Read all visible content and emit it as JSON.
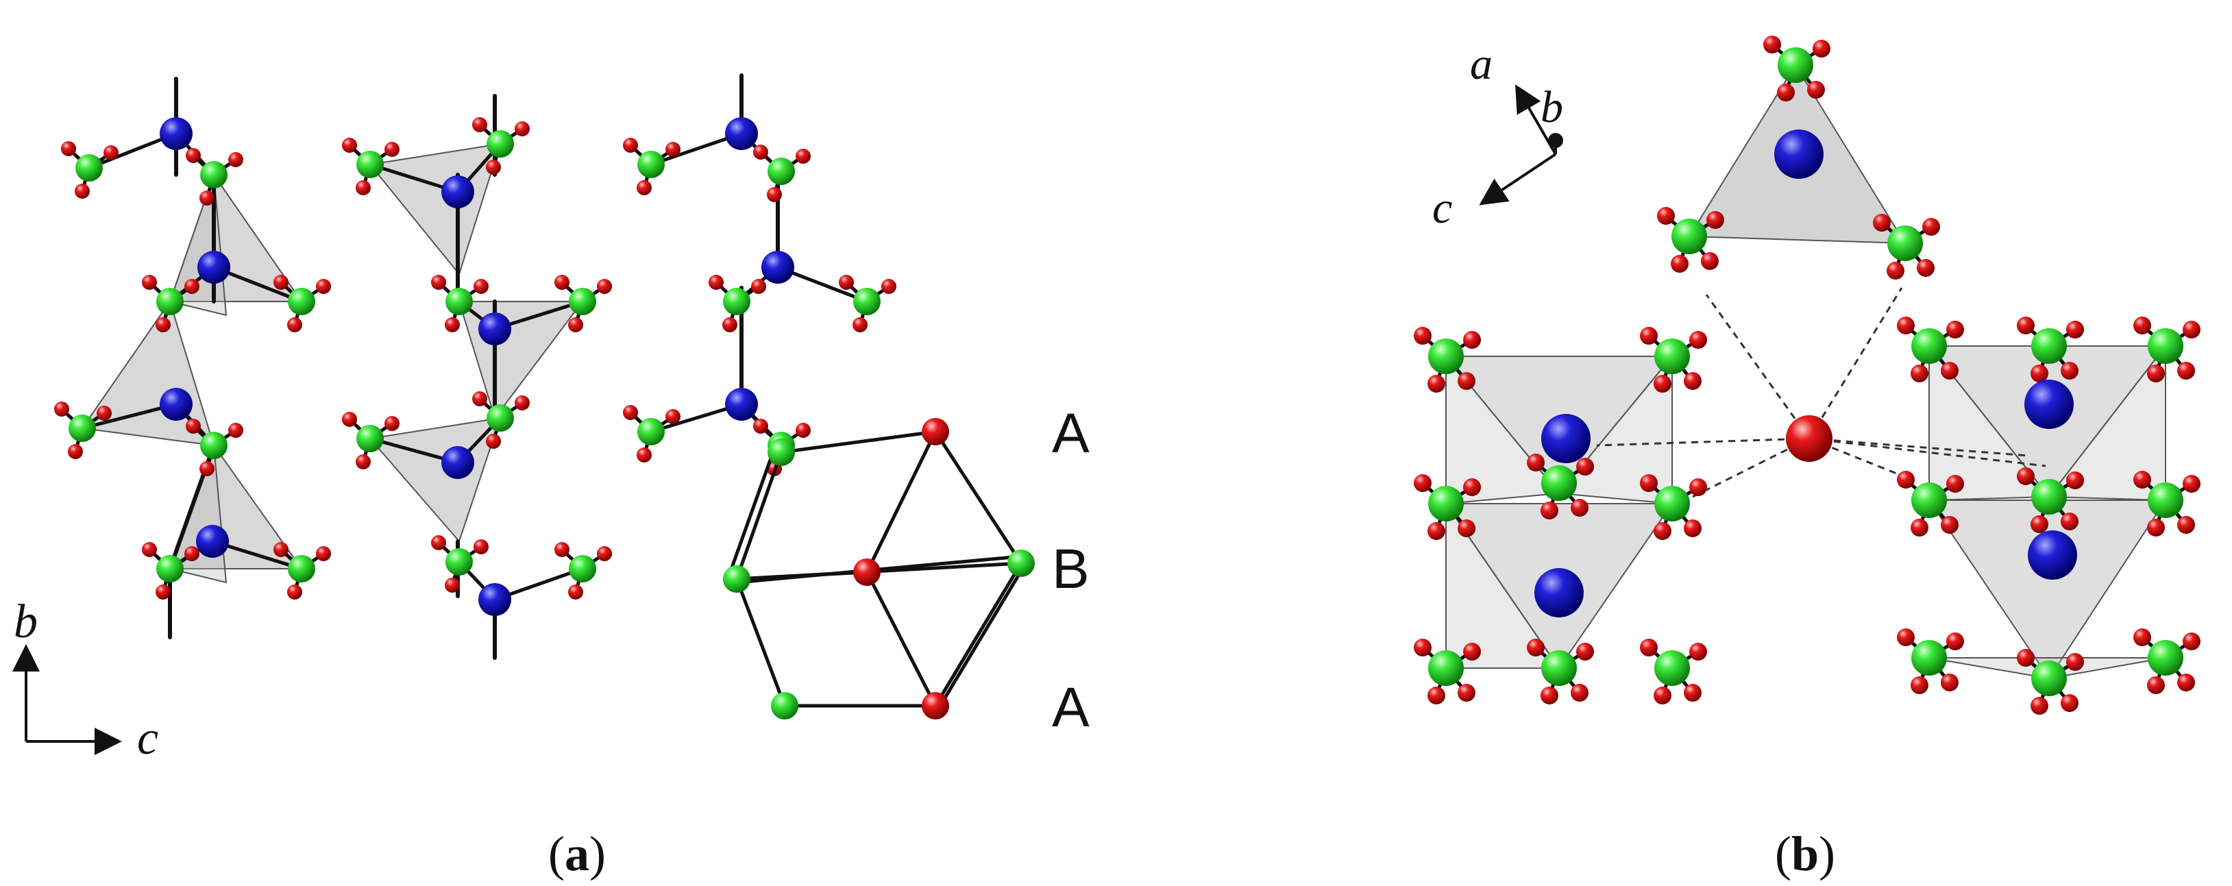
{
  "panel_a": {
    "axis_labels": {
      "vertical": "b",
      "horizontal": "c"
    },
    "layer_labels": [
      "A",
      "B",
      "A"
    ],
    "caption": {
      "open": "(",
      "letter": "a",
      "close": ")"
    }
  },
  "panel_b": {
    "axis_labels": {
      "a": "a",
      "b": "b",
      "c": "c"
    },
    "caption": {
      "open": "(",
      "letter": "b",
      "close": ")"
    }
  },
  "colors": {
    "green_atom": "#1ed81e",
    "red_atom": "#e21010",
    "blue_atom": "#1a1ad0",
    "polyhedron_fill": "#c8c8c8",
    "polyhedron_edge": "#444444",
    "bond": "#111111"
  }
}
